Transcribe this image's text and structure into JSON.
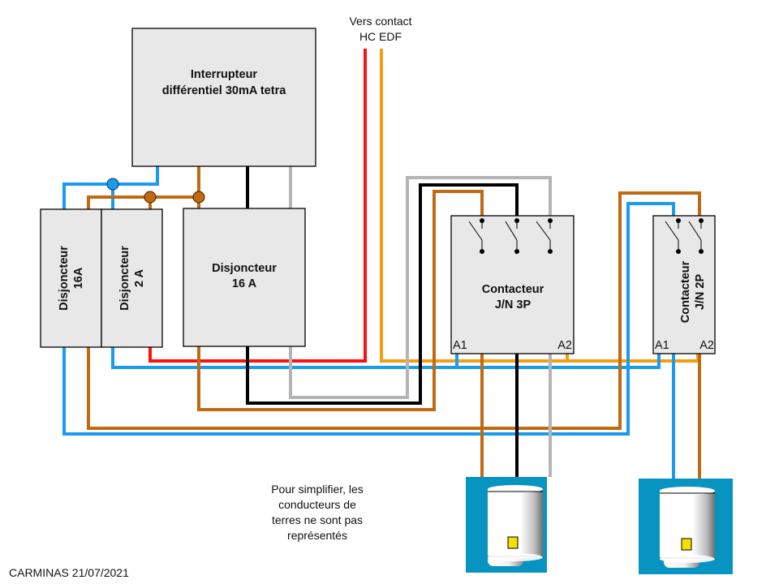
{
  "colors": {
    "blue": "#1a9bef",
    "brown": "#c06a12",
    "black": "#000000",
    "grey": "#b4b4b4",
    "red": "#ff1010",
    "orange": "#f59c12",
    "heater_bg": "#0894c0",
    "indicator": "#f5e000"
  },
  "labels": {
    "hc_edf_line1": "Vers contact",
    "hc_edf_line2": "HC EDF",
    "differential_line1": "Interrupteur",
    "differential_line2": "différentiel  30mA tetra",
    "breaker_16a_left_line1": "Disjoncteur",
    "breaker_16a_left_line2": "16A",
    "breaker_2a_line1": "Disjoncteur",
    "breaker_2a_line2": "2 A",
    "breaker_16a_main_line1": "Disjoncteur",
    "breaker_16a_main_line2": "16 A",
    "contactor_3p_line1": "Contacteur",
    "contactor_3p_line2": "J/N 3P",
    "contactor_2p_line1": "Contacteur",
    "contactor_2p_line2": "J/N 2P",
    "terminal_a1": "A1",
    "terminal_a2": "A2",
    "note_line1": "Pour simplifier, les",
    "note_line2": "conducteurs  de",
    "note_line3": "terres ne sont pas",
    "note_line4": "représentés",
    "credit": "CARMINAS 21/07/2021"
  }
}
